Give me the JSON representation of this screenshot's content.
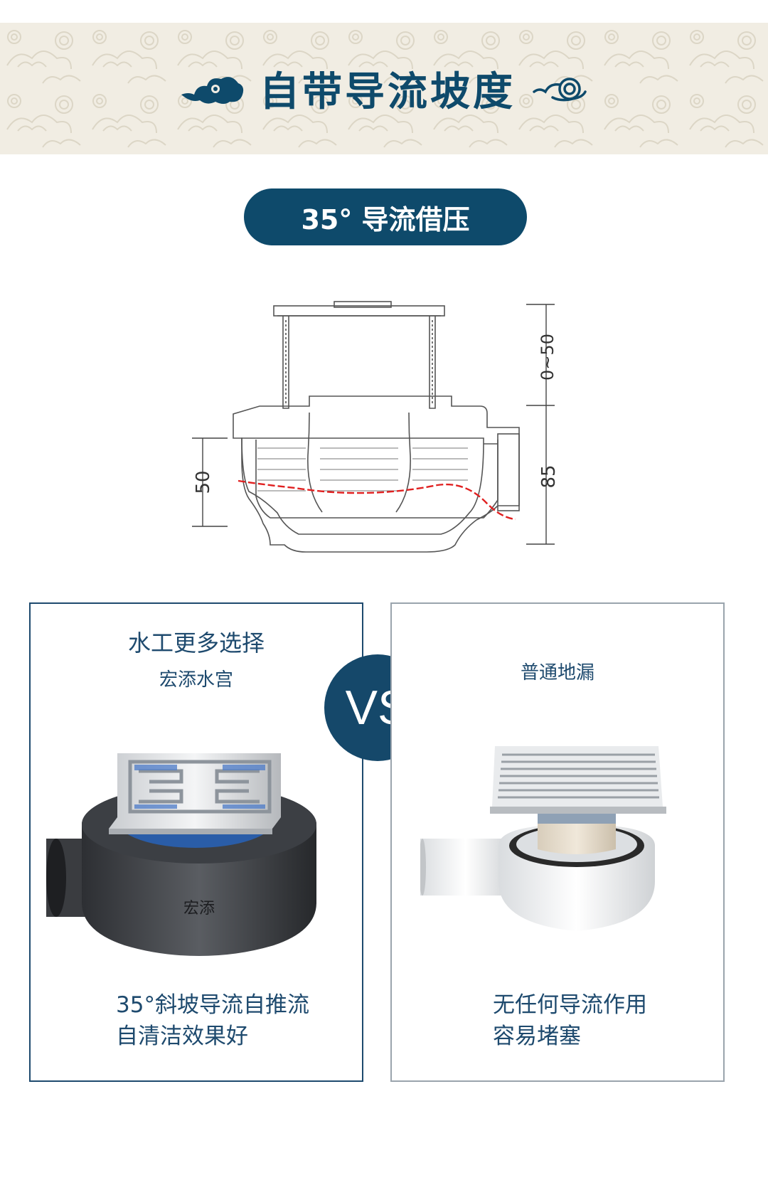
{
  "banner": {
    "title": "自带导流坡度"
  },
  "pill": {
    "label": "35° 导流借压"
  },
  "drawing": {
    "dims": {
      "left": "50",
      "right_top": "0~50",
      "right_bottom": "85"
    }
  },
  "compare": {
    "left": {
      "heading": "水工更多选择",
      "brand": "宏添水宫",
      "product_mark": "宏添",
      "desc": [
        "35°斜坡导流自推流",
        "自清洁效果好"
      ]
    },
    "vs": "VS",
    "right": {
      "heading": "普通地漏",
      "desc": [
        "无任何导流作用",
        "容易堵塞"
      ]
    }
  },
  "colors": {
    "navy": "#0e4a6b",
    "banner_bg": "#f1ede3",
    "red_line": "#e02020"
  }
}
